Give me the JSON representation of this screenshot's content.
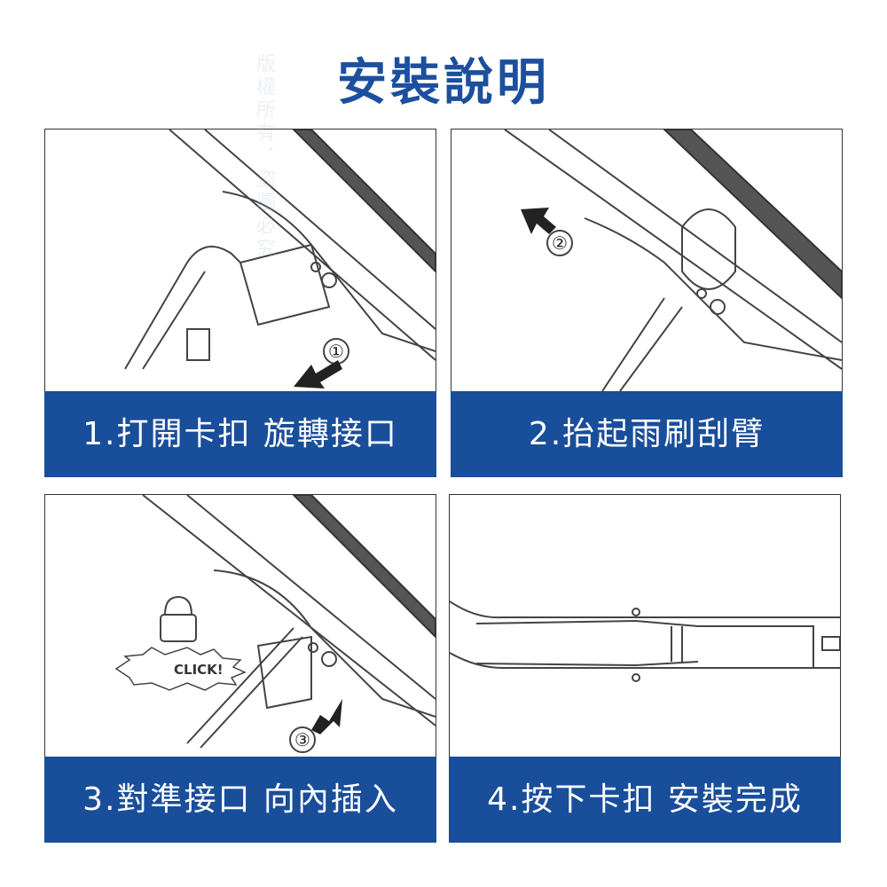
{
  "title": "安裝說明",
  "watermark": "版權所有．盜圖必究",
  "steps": [
    {
      "caption": "1.打開卡扣 旋轉接口",
      "marker": "①"
    },
    {
      "caption": "2.抬起雨刷刮臂",
      "marker": "②"
    },
    {
      "caption": "3.對準接口 向內插入",
      "marker": "③",
      "sound": "CLICK!"
    },
    {
      "caption": "4.按下卡扣 安裝完成"
    }
  ],
  "colors": {
    "primary": "#194e9a"
  }
}
